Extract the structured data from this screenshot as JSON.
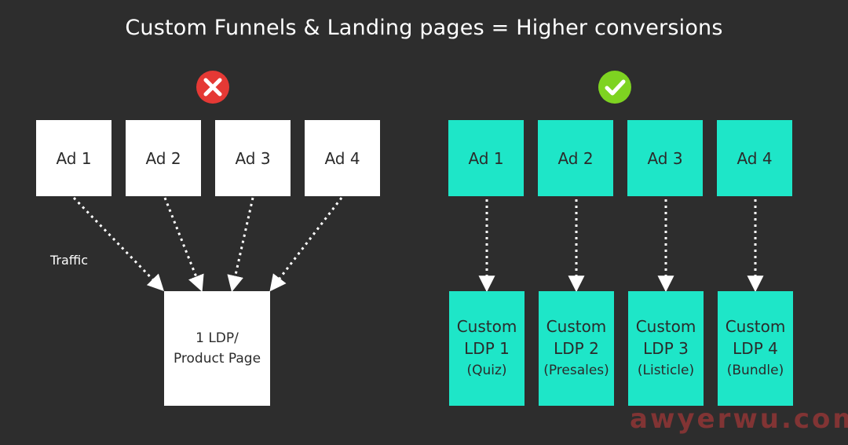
{
  "title": "Custom Funnels & Landing pages = Higher conversions",
  "colors": {
    "background": "#2d2d2d",
    "teal": "#1ee6c8",
    "error": "#e53935",
    "success": "#7ed321",
    "watermark": "#c63a3a"
  },
  "left": {
    "status_icon": "cross-icon",
    "ads": [
      "Ad 1",
      "Ad 2",
      "Ad 3",
      "Ad 4"
    ],
    "traffic_label": "Traffic",
    "landing_line1": "1 LDP/",
    "landing_line2": "Product Page"
  },
  "right": {
    "status_icon": "check-icon",
    "ads": [
      "Ad 1",
      "Ad 2",
      "Ad 3",
      "Ad 4"
    ],
    "landings": [
      {
        "line1": "Custom",
        "line2": "LDP 1",
        "line3": "(Quiz)"
      },
      {
        "line1": "Custom",
        "line2": "LDP 2",
        "line3": "(Presales)"
      },
      {
        "line1": "Custom",
        "line2": "LDP 3",
        "line3": "(Listicle)"
      },
      {
        "line1": "Custom",
        "line2": "LDP 4",
        "line3": "(Bundle)"
      }
    ]
  },
  "watermark": "awyerwu.com"
}
